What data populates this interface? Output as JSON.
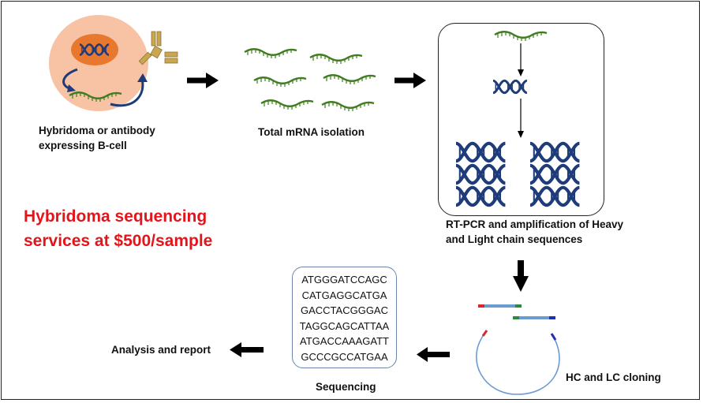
{
  "labels": {
    "bcell": [
      "Hybridoma or antibody",
      "expressing B-cell"
    ],
    "mrna": "Total mRNA isolation",
    "rtpcr": [
      "RT-PCR and amplification of Heavy",
      "and Light chain sequences"
    ],
    "cloning": "HC and LC cloning",
    "sequencing": "Sequencing",
    "analysis": "Analysis and report"
  },
  "promo": [
    "Hybridoma sequencing",
    "services at $500/sample"
  ],
  "sequence_lines": [
    "ATGGGATCCAGC",
    "CATGAGGCATGA",
    "GACCTACGGGAC",
    "TAGGCAGCATTAA",
    "ATGACCAAAGATT",
    "GCCCGCCATGAA"
  ],
  "colors": {
    "promo": "#e4141b",
    "cell": "#f8c2a5",
    "nucleus": "#e8782e",
    "dna": "#1f3c7a",
    "mrna": "#3f7d1f",
    "antibody": "#c8a750",
    "plasmid": "#6a9bd1"
  }
}
